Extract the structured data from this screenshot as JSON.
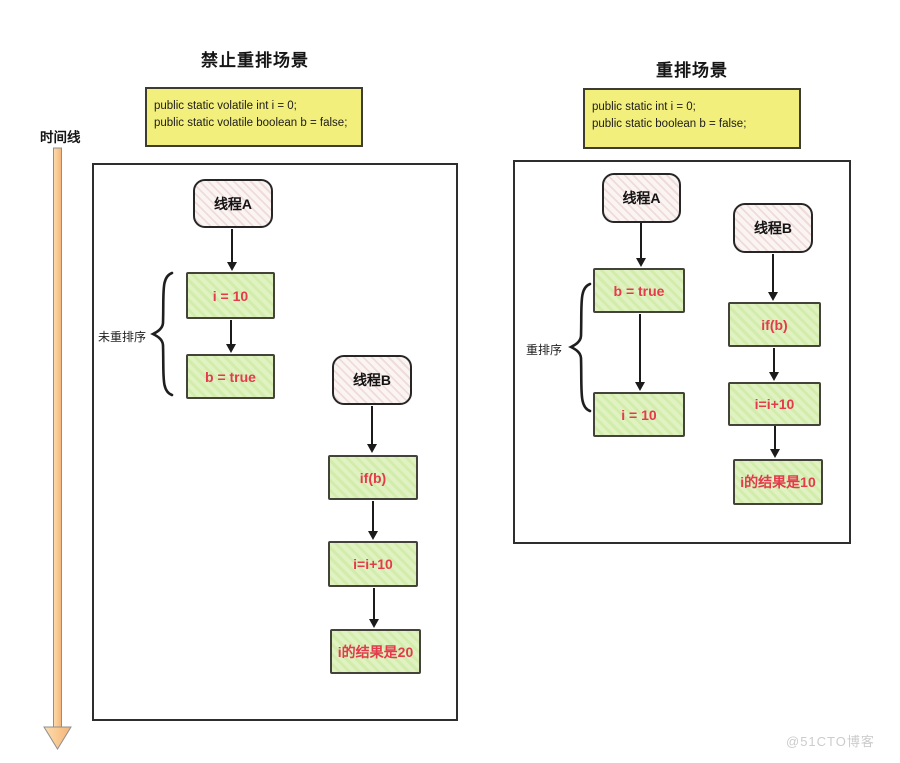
{
  "timeline": {
    "label": "时间线"
  },
  "watermark": "@51CTO博客",
  "left": {
    "title": "禁止重排场景",
    "code": [
      "public static  volatile int i = 0;",
      "public static  volatile boolean b = false;"
    ],
    "brace_label": "未重排序",
    "thread_a": "线程A",
    "thread_b": "线程B",
    "thread_a_steps": [
      "i = 10",
      "b = true"
    ],
    "thread_b_steps": [
      "if(b)",
      "i=i+10",
      "i的结果是20"
    ]
  },
  "right": {
    "title": "重排场景",
    "code": [
      "public static  int i = 0;",
      "public static  boolean b = false;"
    ],
    "brace_label": "重排序",
    "thread_a": "线程A",
    "thread_b": "线程B",
    "thread_a_steps": [
      "b = true",
      "i = 10"
    ],
    "thread_b_steps": [
      "if(b)",
      "i=i+10",
      "i的结果是10"
    ]
  },
  "colors": {
    "code_box_yellow": "#f3ef7c",
    "node_green": "#d9eeb3",
    "thread_pink": "#f7eeec",
    "step_text_red": "#e43a4c",
    "timeline_orange": "#f8c48e"
  }
}
